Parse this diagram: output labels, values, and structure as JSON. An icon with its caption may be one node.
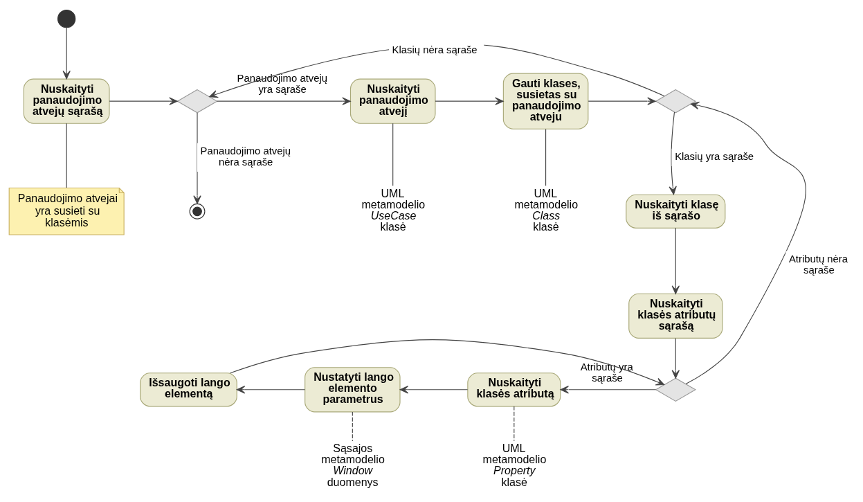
{
  "diagram": {
    "nodes": [
      {
        "text": [],
        "shape": "circle"
      },
      {
        "text": [
          "Nuskaityti panaudojimo atvejų sąrašą"
        ]
      },
      {
        "text": [
          "Panaudojimo atvejai yra susieti su klasėmis"
        ]
      },
      {
        "text": [],
        "shape": "diamond"
      },
      {
        "text": [
          "Nuskaityti panaudojimo atvejį"
        ]
      },
      {
        "text": [],
        "shape": "circle"
      },
      {
        "text": [
          "Gauti klases, susietas su panaudojimo atveju"
        ]
      },
      {
        "text": [],
        "shape": "diamond"
      },
      {
        "text": [
          "Nuskaityti klasę iš sąrašo"
        ]
      },
      {
        "text": [
          "Nuskaityti klasės atributų sąrašą"
        ]
      },
      {
        "text": [],
        "shape": "diamond"
      },
      {
        "text": [
          "Nuskaityti klasės atributą"
        ]
      },
      {
        "text": [
          "Nustatyti lango elemento parametrus"
        ]
      },
      {
        "text": [
          "Išsaugoti lango elementą"
        ]
      },
      {
        "text": [
          "UML metamodelio *UseCase* klasė"
        ]
      },
      {
        "text": [
          "UML metamodelio *Class* klasė"
        ]
      },
      {
        "text": [
          "UML metamodelio *Property* klasė"
        ]
      },
      {
        "text": [
          "Sąsajos metamodelio *Window* duomenys"
        ]
      }
    ],
    "edges": [
      {
        "from": 0,
        "to": 1,
        "arrow": "to"
      },
      {
        "from": 1,
        "to": 2,
        "arrow": "none"
      },
      {
        "from": 1,
        "to": 3,
        "arrow": "to"
      },
      {
        "from": 3,
        "to": 4,
        "arrow": "to",
        "label": "Panaudojimo atvejų yra sąraše"
      },
      {
        "from": 3,
        "to": 5,
        "arrow": "to",
        "label": "Panaudojimo atvejų nėra sąraše"
      },
      {
        "from": 4,
        "to": 6,
        "arrow": "to"
      },
      {
        "from": 6,
        "to": 7,
        "arrow": "to"
      },
      {
        "from": 7,
        "to": 3,
        "arrow": "to",
        "label": "Klasių nėra sąraše"
      },
      {
        "from": 7,
        "to": 8,
        "arrow": "to",
        "label": "Klasių yra sąraše"
      },
      {
        "from": 8,
        "to": 9,
        "arrow": "to"
      },
      {
        "from": 9,
        "to": 10,
        "arrow": "to"
      },
      {
        "from": 10,
        "to": 7,
        "arrow": "to",
        "label": "Atributų nėra sąraše"
      },
      {
        "from": 10,
        "to": 11,
        "arrow": "to",
        "label": "Atributų yra sąraše"
      },
      {
        "from": 11,
        "to": 12,
        "arrow": "to"
      },
      {
        "from": 12,
        "to": 13,
        "arrow": "to"
      },
      {
        "from": 13,
        "to": 10,
        "arrow": "to"
      },
      {
        "from": 4,
        "to": 14,
        "arrow": "none"
      },
      {
        "from": 6,
        "to": 15,
        "arrow": "none"
      },
      {
        "from": 11,
        "to": 16,
        "arrow": "none",
        "style": "dashed"
      },
      {
        "from": 12,
        "to": 17,
        "arrow": "none",
        "style": "dashed"
      }
    ]
  }
}
